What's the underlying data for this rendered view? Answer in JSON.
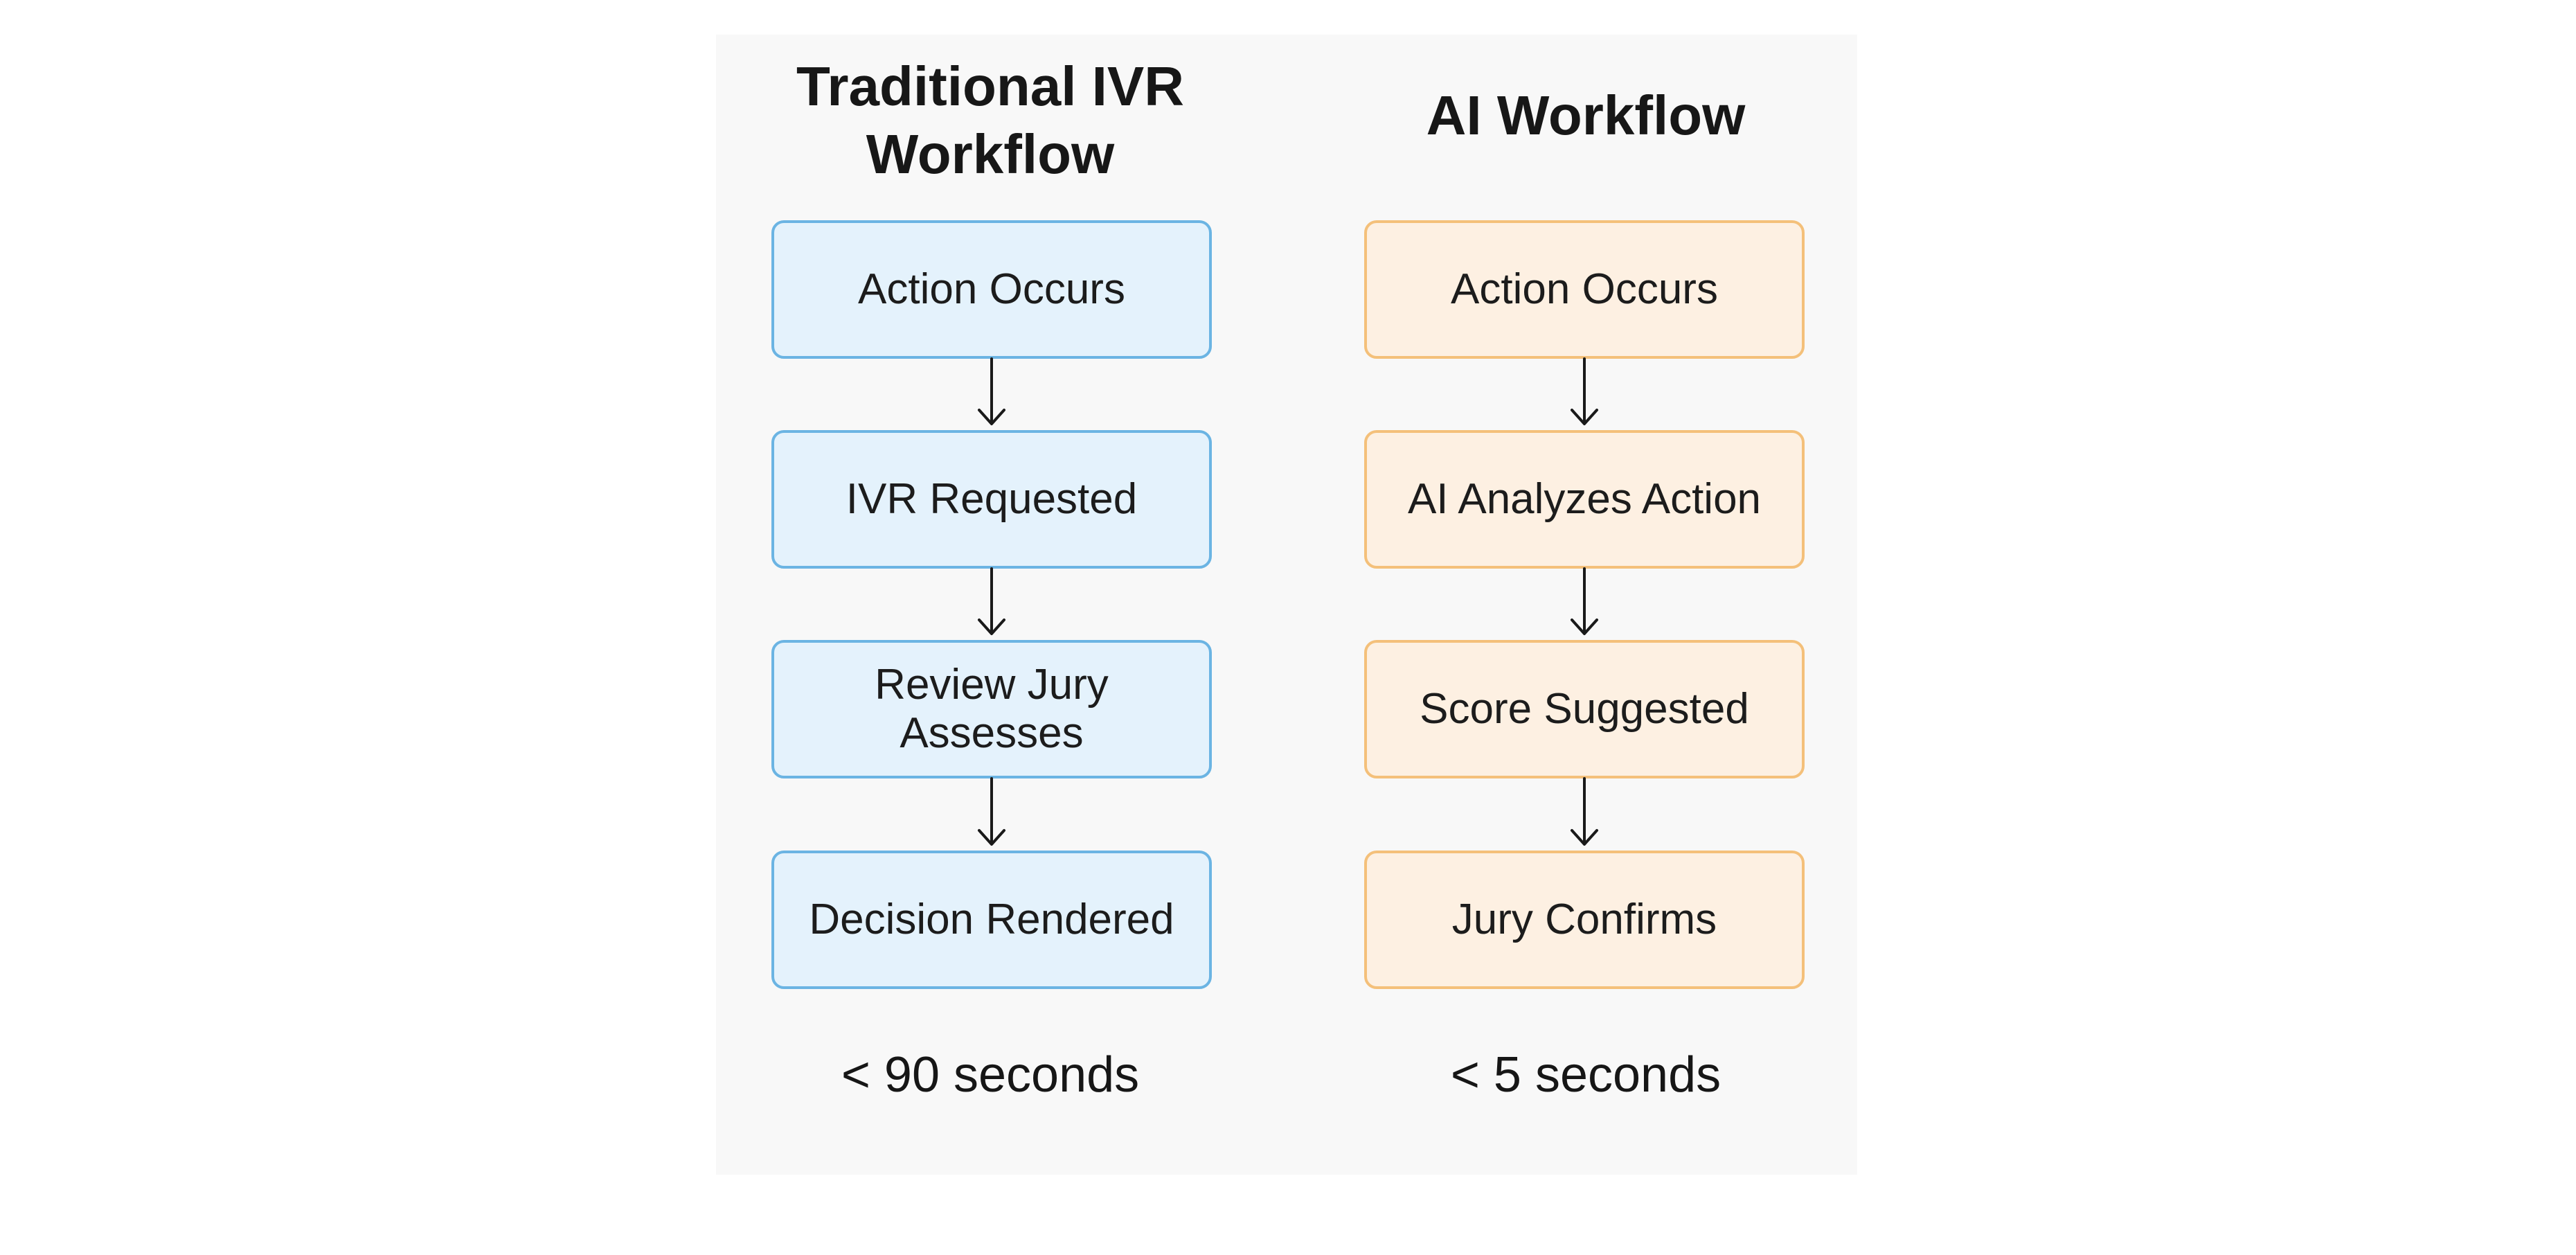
{
  "traditional": {
    "title": "Traditional IVR Workflow",
    "steps": [
      "Action Occurs",
      "IVR Requested",
      "Review Jury Assesses",
      "Decision Rendered"
    ],
    "timing": "< 90 seconds",
    "fill_color": "#e4f2fc",
    "border_color": "#6bb4e3"
  },
  "ai": {
    "title": "AI Workflow",
    "steps": [
      "Action Occurs",
      "AI Analyzes Action",
      "Score Suggested",
      "Jury Confirms"
    ],
    "timing": "< 5 seconds",
    "fill_color": "#fdf0e2",
    "border_color": "#f4c07a"
  }
}
